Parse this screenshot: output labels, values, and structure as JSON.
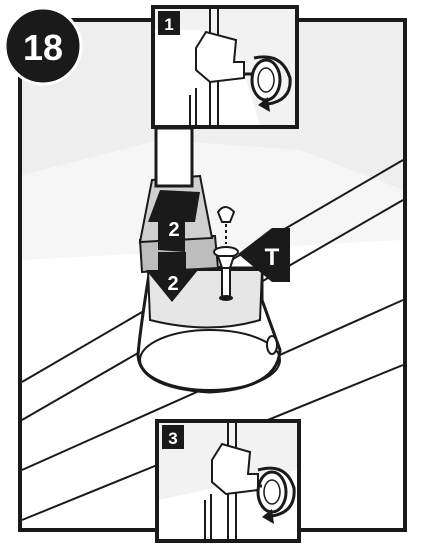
{
  "step": {
    "number": "18"
  },
  "callouts": {
    "inset_top": "1",
    "inset_bottom": "3",
    "arrow_up": "2",
    "arrow_down": "2",
    "part": "T"
  },
  "icons": {
    "rotate_top": "rotate-clockwise-icon",
    "rotate_bottom": "rotate-clockwise-icon"
  },
  "colors": {
    "ink": "#1a1a1a",
    "shade": "#d9d9d9",
    "background": "#ffffff"
  }
}
